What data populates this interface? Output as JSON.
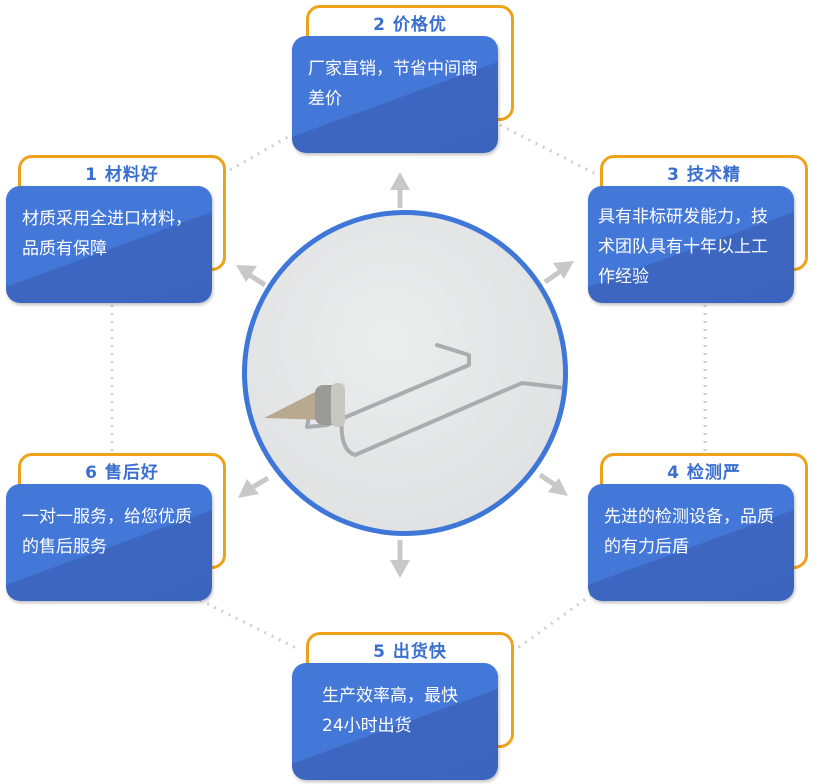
{
  "items": [
    {
      "title": "1 材料好",
      "text": "材质采用全进口材料，品质有保障"
    },
    {
      "title": "2  价格优",
      "text": "厂家直销，节省中间商差价"
    },
    {
      "title": "3  技术精",
      "text": "具有非标研发能力，技术团队具有十年以上工作经验"
    },
    {
      "title": "4 检测严",
      "text": "先进的检测设备，品质的有力后盾"
    },
    {
      "title": "5  出货快",
      "text": "生产效率高，最快24小时出货"
    },
    {
      "title": "6 售后好",
      "text": "一对一服务，给您优质的售后服务"
    }
  ],
  "colors": {
    "card": "#4378d8",
    "frame": "#eea21b",
    "circle": "#3e77d8",
    "arrow": "#c8c8c8"
  }
}
